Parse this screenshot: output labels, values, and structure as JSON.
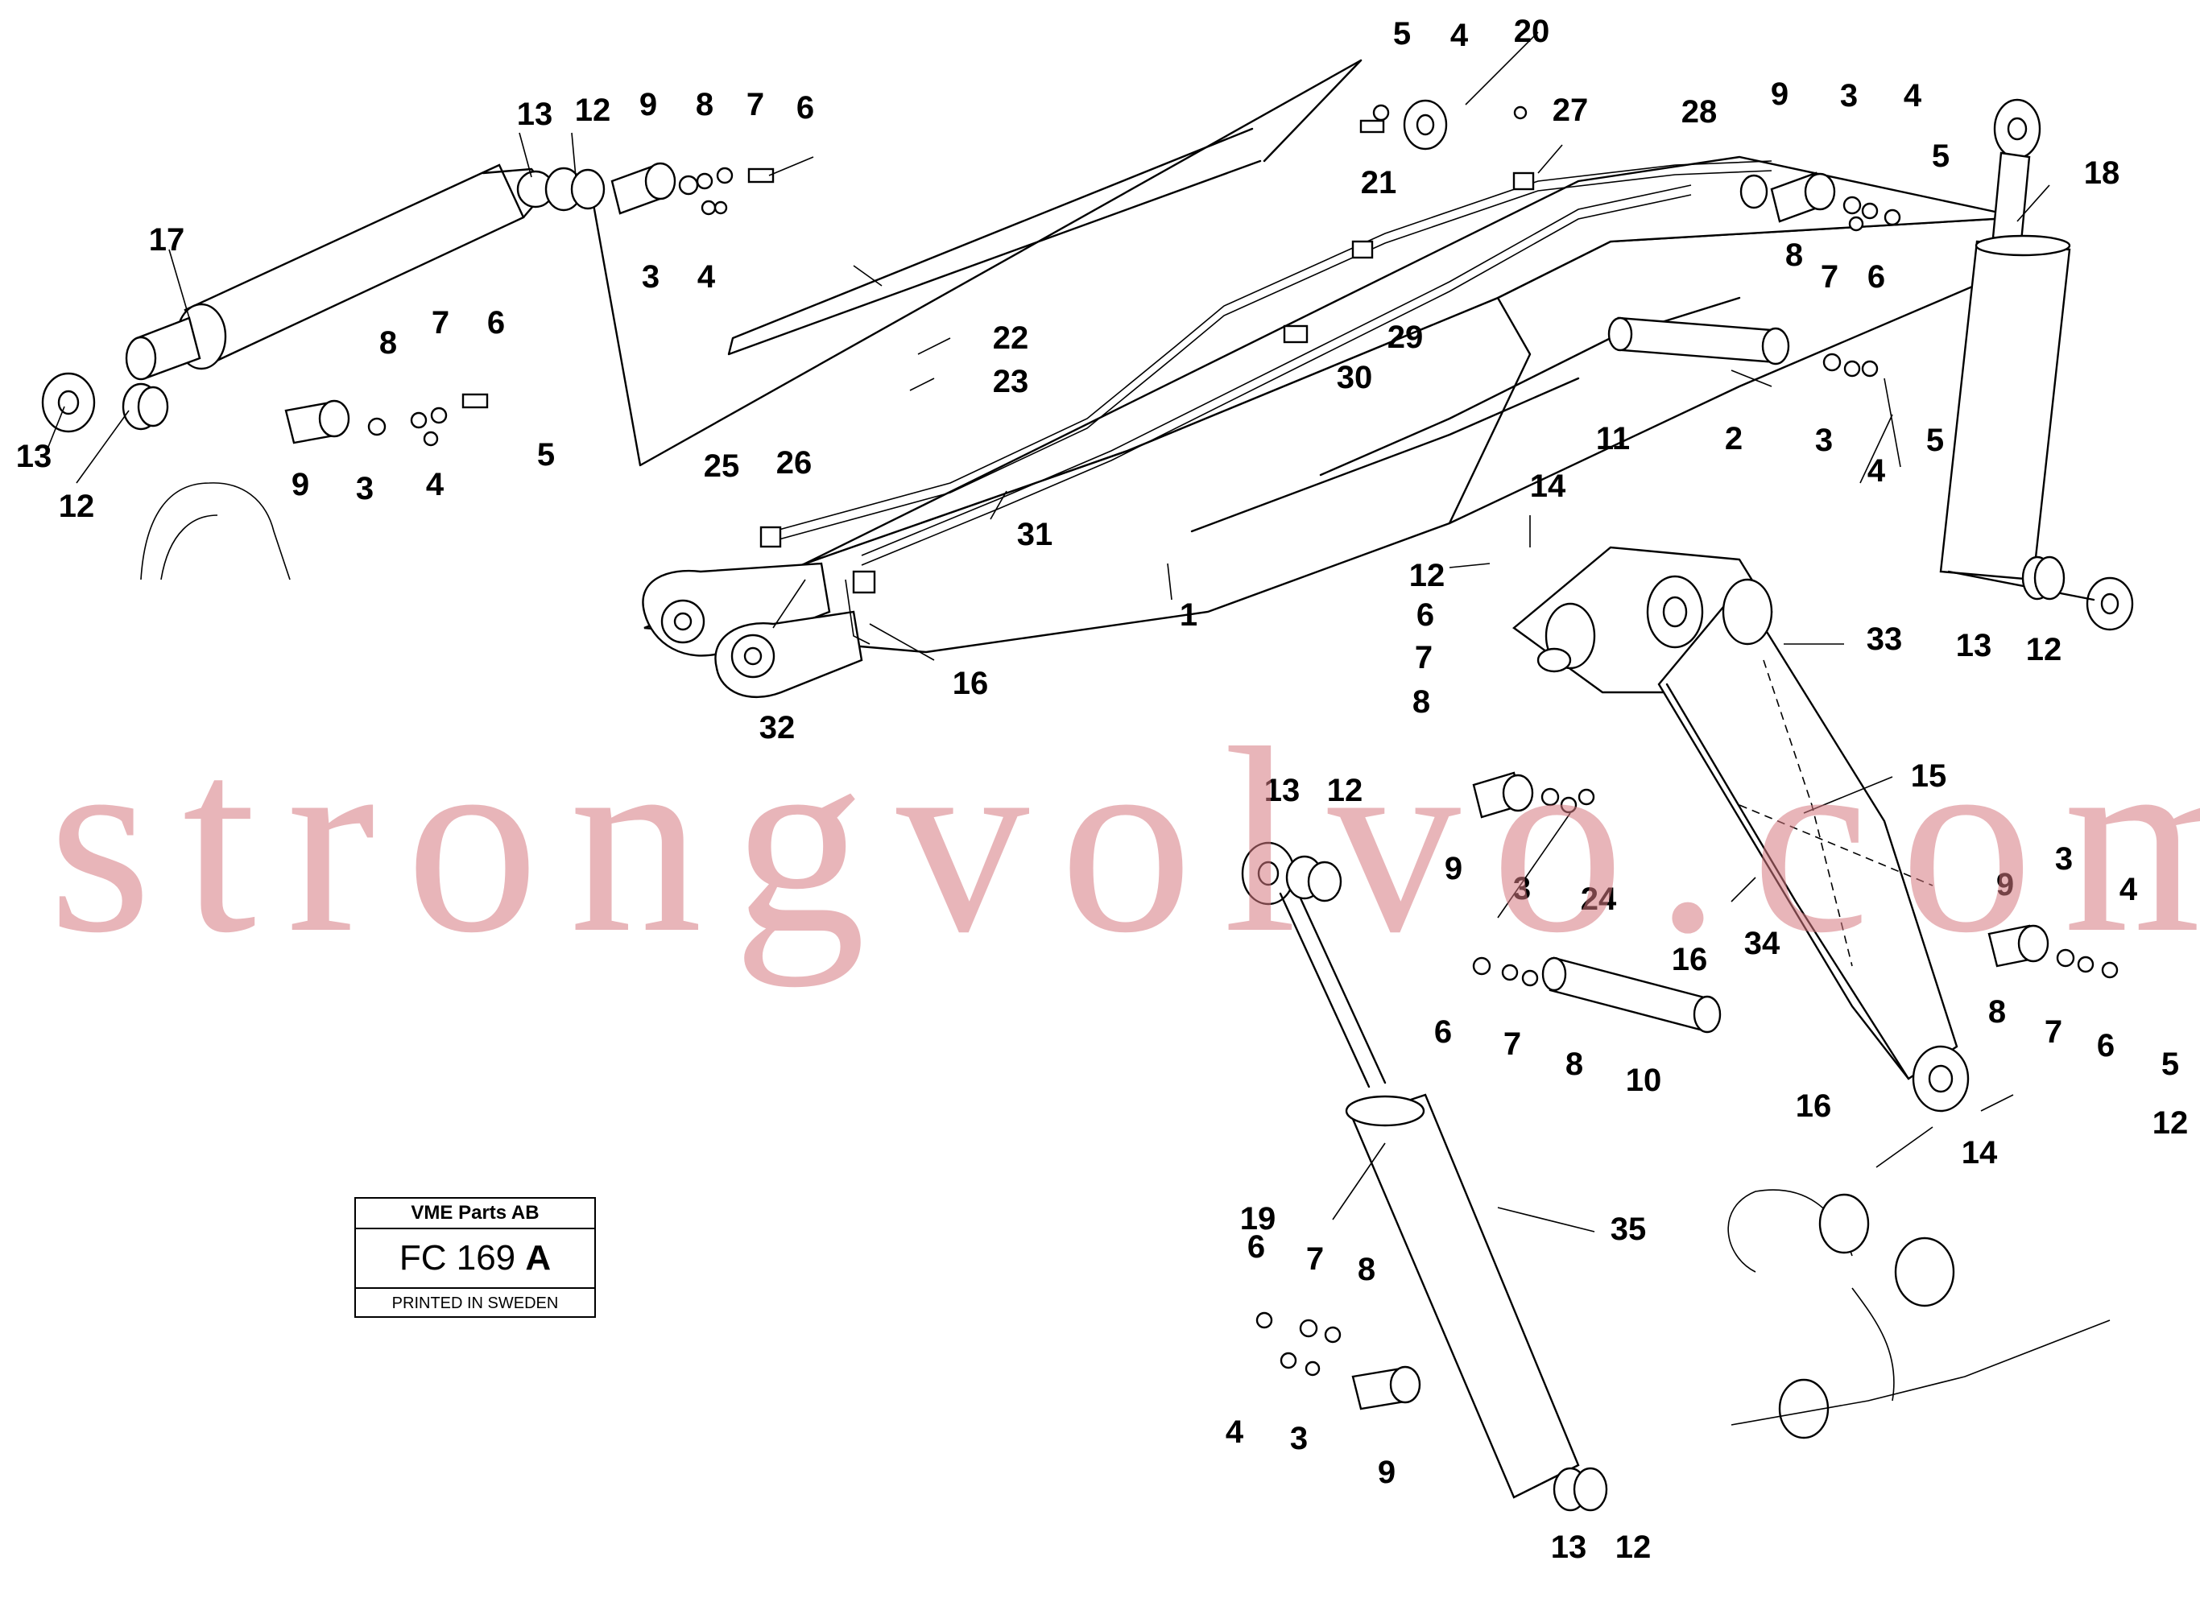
{
  "diagram": {
    "callouts": [
      {
        "id": "c1",
        "text": "1"
      },
      {
        "id": "c2",
        "text": "2"
      },
      {
        "id": "c3",
        "text": "3"
      },
      {
        "id": "c4",
        "text": "4"
      },
      {
        "id": "c5",
        "text": "5"
      },
      {
        "id": "c6",
        "text": "6"
      },
      {
        "id": "c7",
        "text": "7"
      },
      {
        "id": "c8",
        "text": "8"
      },
      {
        "id": "c9",
        "text": "9"
      },
      {
        "id": "c10",
        "text": "10"
      },
      {
        "id": "c11",
        "text": "11"
      },
      {
        "id": "c12",
        "text": "12"
      },
      {
        "id": "c13",
        "text": "13"
      },
      {
        "id": "c14",
        "text": "14"
      },
      {
        "id": "c15",
        "text": "15"
      },
      {
        "id": "c16",
        "text": "16"
      },
      {
        "id": "c17",
        "text": "17"
      },
      {
        "id": "c18",
        "text": "18"
      },
      {
        "id": "c19",
        "text": "19"
      },
      {
        "id": "c20",
        "text": "20"
      },
      {
        "id": "c21",
        "text": "21"
      },
      {
        "id": "c22",
        "text": "22"
      },
      {
        "id": "c23",
        "text": "23"
      },
      {
        "id": "c24",
        "text": "24"
      },
      {
        "id": "c25",
        "text": "25"
      },
      {
        "id": "c26",
        "text": "26"
      },
      {
        "id": "c27",
        "text": "27"
      },
      {
        "id": "c28",
        "text": "28"
      },
      {
        "id": "c29",
        "text": "29"
      },
      {
        "id": "c30",
        "text": "30"
      },
      {
        "id": "c31",
        "text": "31"
      },
      {
        "id": "c32",
        "text": "32"
      },
      {
        "id": "c33",
        "text": "33"
      },
      {
        "id": "c34",
        "text": "34"
      },
      {
        "id": "c35",
        "text": "35"
      }
    ]
  },
  "label_box": {
    "company": "VME Parts AB",
    "code_prefix": "FC 169 ",
    "code_suffix": "A",
    "printed": "PRINTED IN SWEDEN"
  },
  "watermark": {
    "text": "strongvolvo.com",
    "color": "#d67880"
  }
}
